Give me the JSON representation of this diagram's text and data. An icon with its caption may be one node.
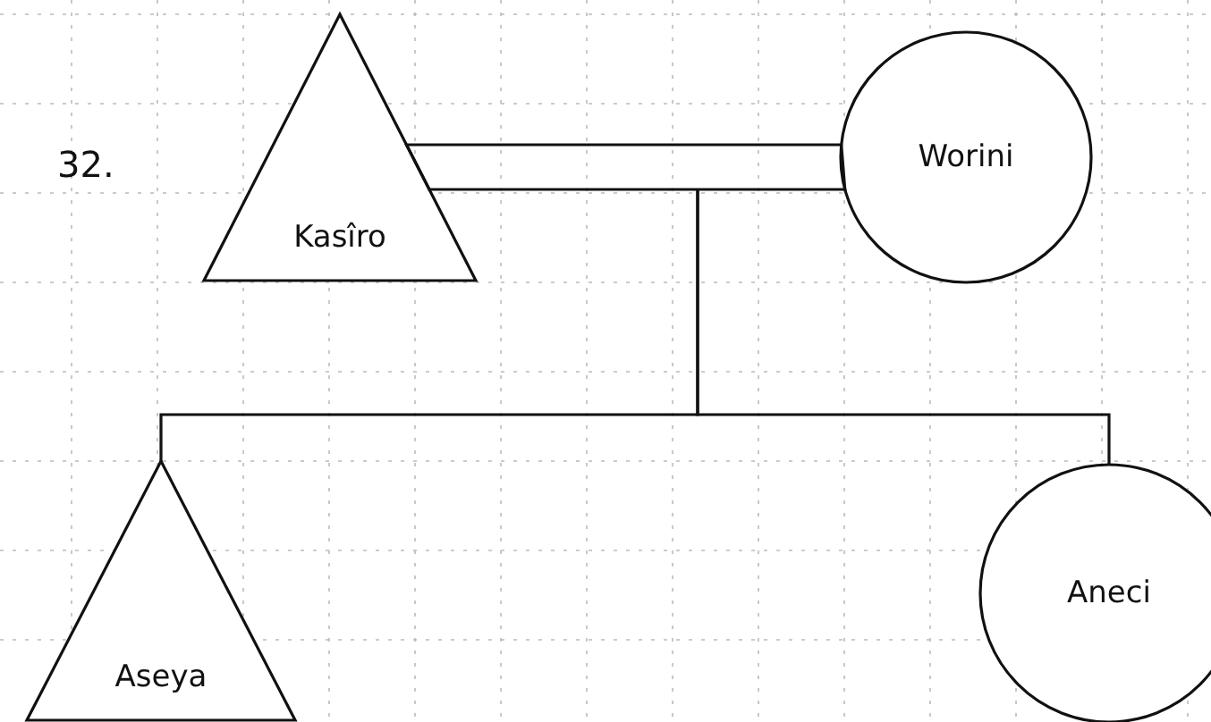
{
  "diagram": {
    "nodes": [
      {
        "text": [
          "Kasîro"
        ]
      },
      {
        "text": [
          "Worini"
        ]
      },
      {
        "text": [
          "Aseya"
        ]
      },
      {
        "text": [
          "Aneci"
        ]
      }
    ],
    "edges": [
      {
        "from": 0,
        "to": 1,
        "arrow": "none"
      },
      {
        "from": null,
        "to": 2,
        "arrow": "none"
      },
      {
        "from": null,
        "to": 3,
        "arrow": "none"
      }
    ],
    "labels": [
      "32."
    ]
  }
}
